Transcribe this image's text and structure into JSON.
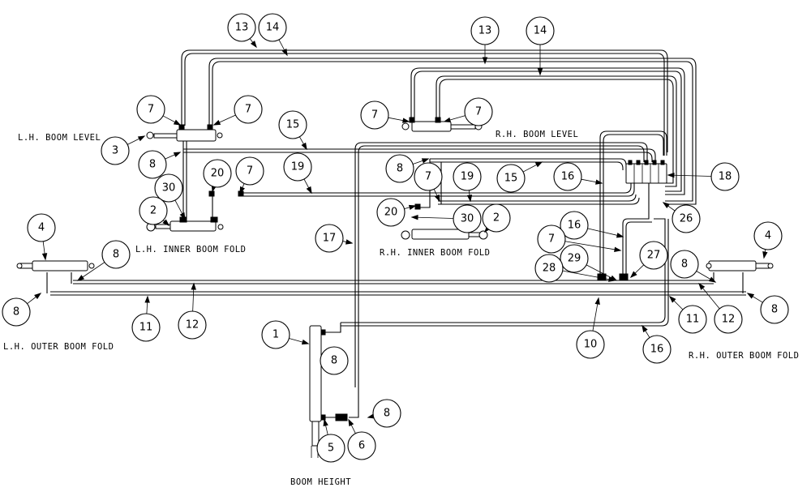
{
  "labels": {
    "lh_boom_level": "L.H. BOOM LEVEL",
    "rh_boom_level": "R.H. BOOM LEVEL",
    "lh_inner_boom_fold": "L.H. INNER BOOM FOLD",
    "rh_inner_boom_fold": "R.H. INNER BOOM FOLD",
    "lh_outer_boom_fold": "L.H. OUTER BOOM FOLD",
    "rh_outer_boom_fold": "R.H. OUTER BOOM FOLD",
    "boom_height": "BOOM HEIGHT"
  },
  "callouts": [
    "13",
    "14",
    "13",
    "14",
    "7",
    "7",
    "7",
    "7",
    "3",
    "8",
    "15",
    "19",
    "20",
    "7",
    "30",
    "2",
    "8",
    "7",
    "19",
    "15",
    "16",
    "18",
    "20",
    "30",
    "2",
    "26",
    "4",
    "8",
    "8",
    "11",
    "12",
    "17",
    "16",
    "7",
    "29",
    "27",
    "28",
    "4",
    "8",
    "12",
    "11",
    "8",
    "10",
    "16",
    "1",
    "8",
    "5",
    "6",
    "8"
  ]
}
